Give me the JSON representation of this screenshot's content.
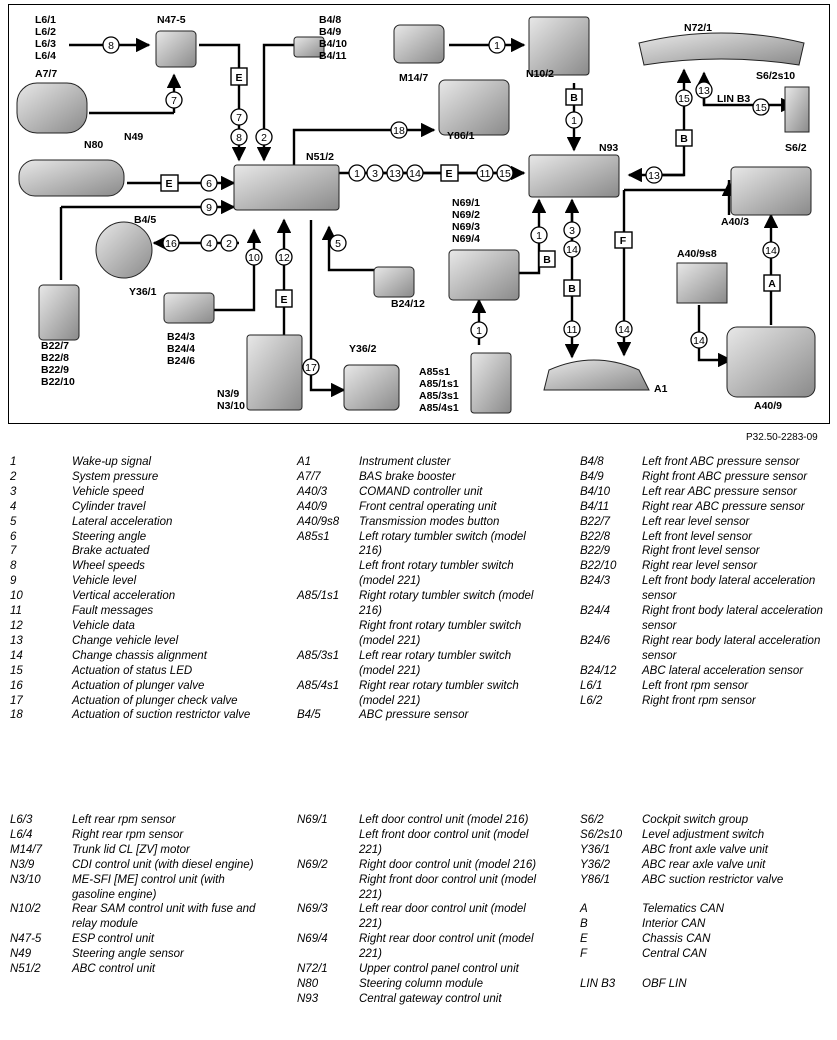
{
  "diagram": {
    "components": {
      "l6_codes": [
        "L6/1",
        "L6/2",
        "L6/3",
        "L6/4"
      ],
      "n47_5": "N47-5",
      "b4_codes": [
        "B4/8",
        "B4/9",
        "B4/10",
        "B4/11"
      ],
      "m14_7": "M14/7",
      "n10_2": "N10/2",
      "n72_1": "N72/1",
      "a7_7": "A7/7",
      "s6_2s10": "S6/2s10",
      "s6_2": "S6/2",
      "lin_b3": "LIN B3",
      "y86_1": "Y86/1",
      "n80": "N80",
      "n49": "N49",
      "n51_2": "N51/2",
      "n93": "N93",
      "b4_5": "B4/5",
      "y36_1": "Y36/1",
      "n69_codes": [
        "N69/1",
        "N69/2",
        "N69/3",
        "N69/4"
      ],
      "a40_3": "A40/3",
      "a40_9s8": "A40/9s8",
      "b24_12": "B24/12",
      "b22_codes": [
        "B22/7",
        "B22/8",
        "B22/9",
        "B22/10"
      ],
      "b24_codes": [
        "B24/3",
        "B24/4",
        "B24/6"
      ],
      "y36_2": "Y36/2",
      "a85_codes": [
        "A85s1",
        "A85/1s1",
        "A85/3s1",
        "A85/4s1"
      ],
      "n3_codes": [
        "N3/9",
        "N3/10"
      ],
      "a1": "A1",
      "a40_9": "A40/9"
    },
    "bus_labels": {
      "e": "E",
      "b": "B",
      "f": "F",
      "a": "A"
    },
    "signal_numbers": {
      "n1": "1",
      "n2": "2",
      "n3": "3",
      "n4": "4",
      "n5": "5",
      "n6": "6",
      "n7": "7",
      "n8": "8",
      "n9": "9",
      "n10": "10",
      "n11": "11",
      "n12": "12",
      "n13": "13",
      "n14": "14",
      "n15": "15",
      "n16": "16",
      "n17": "17",
      "n18": "18"
    }
  },
  "reference": "P32.50-2283-09",
  "legend_top": {
    "signals": [
      {
        "code": "1",
        "desc": "Wake-up signal"
      },
      {
        "code": "2",
        "desc": "System pressure"
      },
      {
        "code": "3",
        "desc": "Vehicle speed"
      },
      {
        "code": "4",
        "desc": "Cylinder travel"
      },
      {
        "code": "5",
        "desc": "Lateral acceleration"
      },
      {
        "code": "6",
        "desc": "Steering angle"
      },
      {
        "code": "7",
        "desc": "Brake actuated"
      },
      {
        "code": "8",
        "desc": "Wheel speeds"
      },
      {
        "code": "9",
        "desc": "Vehicle level"
      },
      {
        "code": "10",
        "desc": "Vertical acceleration"
      },
      {
        "code": "11",
        "desc": "Fault messages"
      },
      {
        "code": "12",
        "desc": "Vehicle data"
      },
      {
        "code": "13",
        "desc": "Change vehicle level"
      },
      {
        "code": "14",
        "desc": "Change chassis alignment"
      },
      {
        "code": "15",
        "desc": "Actuation of status LED"
      },
      {
        "code": "16",
        "desc": "Actuation of plunger valve"
      },
      {
        "code": "17",
        "desc": "Actuation of plunger check valve"
      },
      {
        "code": "18",
        "desc": "Actuation of suction restrictor valve"
      }
    ],
    "components_a": [
      {
        "code": "A1",
        "desc": "Instrument cluster"
      },
      {
        "code": "A7/7",
        "desc": "BAS brake booster"
      },
      {
        "code": "A40/3",
        "desc": "COMAND controller unit"
      },
      {
        "code": "A40/9",
        "desc": "Front central operating unit"
      },
      {
        "code": "A40/9s8",
        "desc": "Transmission modes button"
      },
      {
        "code": "A85s1",
        "desc": "Left rotary tumbler switch (model 216)"
      },
      {
        "code": "",
        "desc": "Left front rotary tumbler switch (model 221)"
      },
      {
        "code": "A85/1s1",
        "desc": "Right rotary tumbler switch (model 216)"
      },
      {
        "code": "",
        "desc": "Right front rotary tumbler switch (model 221)"
      },
      {
        "code": "A85/3s1",
        "desc": "Left rear rotary tumbler switch (model 221)"
      },
      {
        "code": "A85/4s1",
        "desc": "Right rear rotary tumbler switch (model 221)"
      },
      {
        "code": "B4/5",
        "desc": "ABC pressure sensor"
      }
    ],
    "components_b": [
      {
        "code": "B4/8",
        "desc": "Left front ABC pressure sensor"
      },
      {
        "code": "B4/9",
        "desc": "Right front ABC pressure sensor"
      },
      {
        "code": "B4/10",
        "desc": "Left rear ABC pressure sensor"
      },
      {
        "code": "B4/11",
        "desc": "Right rear ABC pressure sensor"
      },
      {
        "code": "B22/7",
        "desc": "Left rear level sensor"
      },
      {
        "code": "B22/8",
        "desc": "Left front level sensor"
      },
      {
        "code": "B22/9",
        "desc": "Right front level sensor"
      },
      {
        "code": "B22/10",
        "desc": "Right rear level sensor"
      },
      {
        "code": "B24/3",
        "desc": "Left front body lateral acceleration sensor"
      },
      {
        "code": "B24/4",
        "desc": "Right front body lateral acceleration sensor"
      },
      {
        "code": "B24/6",
        "desc": "Right rear body lateral acceleration sensor"
      },
      {
        "code": "B24/12",
        "desc": "ABC lateral acceleration sensor"
      },
      {
        "code": "L6/1",
        "desc": "Left front rpm sensor"
      },
      {
        "code": "L6/2",
        "desc": "Right front rpm sensor"
      }
    ]
  },
  "legend_bottom": {
    "col1": [
      {
        "code": "L6/3",
        "desc": "Left rear rpm sensor"
      },
      {
        "code": "L6/4",
        "desc": "Right rear rpm sensor"
      },
      {
        "code": "M14/7",
        "desc": "Trunk lid CL [ZV] motor"
      },
      {
        "code": "N3/9",
        "desc": "CDI control unit (with diesel engine)"
      },
      {
        "code": "N3/10",
        "desc": "ME-SFI [ME] control unit (with gasoline engine)"
      },
      {
        "code": "N10/2",
        "desc": "Rear SAM control unit with fuse and relay module"
      },
      {
        "code": "N47-5",
        "desc": "ESP control unit"
      },
      {
        "code": "N49",
        "desc": "Steering angle sensor"
      },
      {
        "code": "N51/2",
        "desc": "ABC control unit"
      }
    ],
    "col2": [
      {
        "code": "N69/1",
        "desc": "Left door control unit (model 216)"
      },
      {
        "code": "",
        "desc": "Left front door control unit (model 221)"
      },
      {
        "code": "N69/2",
        "desc": "Right door control unit (model 216)"
      },
      {
        "code": "",
        "desc": "Right front door control unit (model 221)"
      },
      {
        "code": "N69/3",
        "desc": "Left rear door control unit (model 221)"
      },
      {
        "code": "N69/4",
        "desc": "Right rear door control unit (model 221)"
      },
      {
        "code": "N72/1",
        "desc": "Upper control panel control unit"
      },
      {
        "code": "N80",
        "desc": "Steering column module"
      },
      {
        "code": "N93",
        "desc": "Central gateway control unit"
      }
    ],
    "col3": [
      {
        "code": "S6/2",
        "desc": "Cockpit switch group"
      },
      {
        "code": "S6/2s10",
        "desc": "Level adjustment switch"
      },
      {
        "code": "Y36/1",
        "desc": "ABC front axle valve unit"
      },
      {
        "code": "Y36/2",
        "desc": "ABC rear axle valve unit"
      },
      {
        "code": "Y86/1",
        "desc": "ABC suction restrictor valve"
      },
      {
        "code": "",
        "desc": ""
      },
      {
        "code": "A",
        "desc": "Telematics CAN"
      },
      {
        "code": "B",
        "desc": "Interior CAN"
      },
      {
        "code": "E",
        "desc": "Chassis CAN"
      },
      {
        "code": "F",
        "desc": "Central CAN"
      },
      {
        "code": "",
        "desc": ""
      },
      {
        "code": "LIN B3",
        "desc": "OBF LIN"
      }
    ]
  }
}
